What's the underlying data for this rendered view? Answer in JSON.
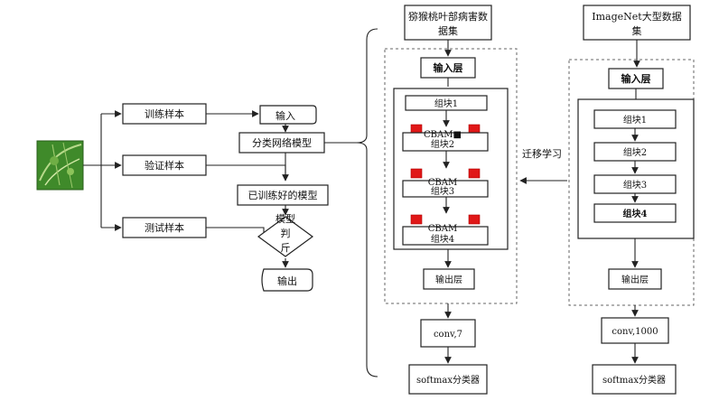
{
  "flow": {
    "image_label": "",
    "train_sample": "训练样本",
    "val_sample": "验证样本",
    "test_sample": "测试样本",
    "input": "输入",
    "classification_model": "分类网络模型",
    "trained_model": "已训练好的模型",
    "model_judge_l1": "模型",
    "model_judge_l2": "判",
    "model_judge_l3": "斤",
    "output": "输出"
  },
  "target": {
    "dataset_l1": "猕猴桃叶部病害数",
    "dataset_l2": "据集",
    "input_layer": "输入层",
    "block1": "组块1",
    "block2_cbam": "CBAM■",
    "block2": "组块2",
    "block3_cbam": "CBAM",
    "block3": "组块3",
    "block4_cbam": "CBAM",
    "block4": "组块4",
    "output_layer": "输出层",
    "conv": "conv,7",
    "softmax": "softmax分类器"
  },
  "transfer_label": "迁移学习",
  "source": {
    "dataset_l1": "ImageNet大型数据",
    "dataset_l2": "集",
    "input_layer": "输入层",
    "block1": "组块1",
    "block2": "组块2",
    "block3": "组块3",
    "block4": "组块4",
    "output_layer": "输出层",
    "conv": "conv,1000",
    "softmax": "softmax分类器"
  }
}
